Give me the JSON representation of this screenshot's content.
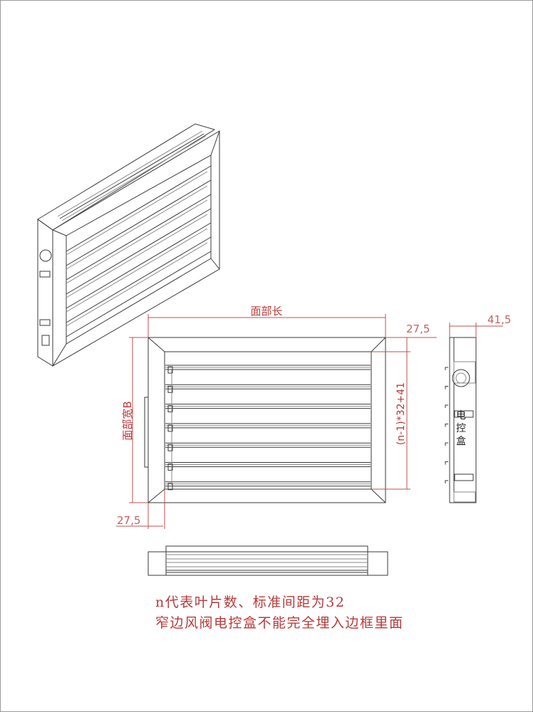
{
  "dimensions": {
    "face_length": "面部长",
    "face_width": "面部宽B",
    "frame_width_left": "27,5",
    "frame_width_top": "27,5",
    "depth": "41,5",
    "opening_height": "(n-1)*32+41"
  },
  "side_view": {
    "control_box_label": [
      "电",
      "控",
      "盒"
    ]
  },
  "notes": [
    "n代表叶片数、标准间距为32",
    "窄边风阀电控盒不能完全埋入边框里面"
  ],
  "colors": {
    "annotation": "#b83a3a",
    "line": "#3a3a3a"
  }
}
